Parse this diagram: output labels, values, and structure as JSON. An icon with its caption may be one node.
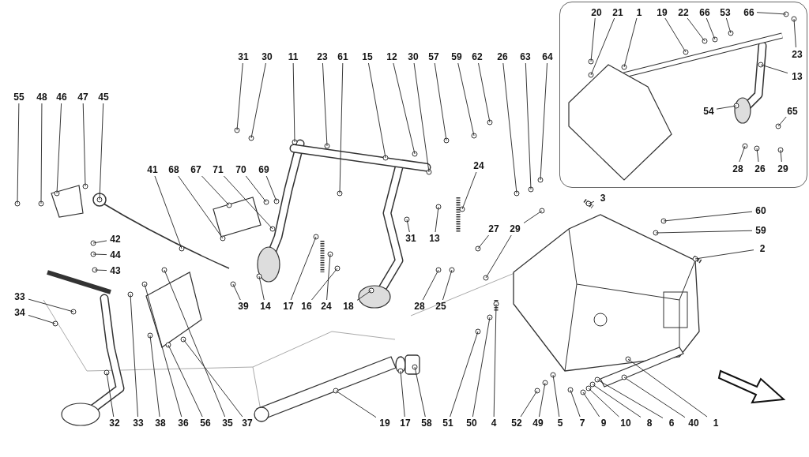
{
  "diagram": {
    "nodes": [
      {
        "text": [],
        "shape": "box"
      },
      {
        "text": [
          "20"
        ],
        "in": 0
      },
      {
        "text": [
          "21"
        ],
        "in": 0
      },
      {
        "text": [
          "1"
        ],
        "in": 0
      },
      {
        "text": [
          "19"
        ],
        "in": 0
      },
      {
        "text": [
          "22"
        ],
        "in": 0
      },
      {
        "text": [
          "66"
        ],
        "in": 0
      },
      {
        "text": [
          "53"
        ],
        "in": 0
      },
      {
        "text": [
          "66"
        ],
        "in": 0
      },
      {
        "text": [
          "23"
        ],
        "in": 0
      },
      {
        "text": [
          "13"
        ],
        "in": 0
      },
      {
        "text": [
          "54"
        ],
        "in": 0
      },
      {
        "text": [
          "65"
        ],
        "in": 0
      },
      {
        "text": [
          "28"
        ],
        "in": 0
      },
      {
        "text": [
          "26"
        ],
        "in": 0
      },
      {
        "text": [
          "29"
        ],
        "in": 0
      },
      {
        "text": [
          "31"
        ]
      },
      {
        "text": [
          "30"
        ]
      },
      {
        "text": [
          "11"
        ]
      },
      {
        "text": [
          "23"
        ]
      },
      {
        "text": [
          "61"
        ]
      },
      {
        "text": [
          "15"
        ]
      },
      {
        "text": [
          "12"
        ]
      },
      {
        "text": [
          "30"
        ]
      },
      {
        "text": [
          "57"
        ]
      },
      {
        "text": [
          "59"
        ]
      },
      {
        "text": [
          "62"
        ]
      },
      {
        "text": [
          "26"
        ]
      },
      {
        "text": [
          "63"
        ]
      },
      {
        "text": [
          "64"
        ]
      },
      {
        "text": [
          "55"
        ]
      },
      {
        "text": [
          "48"
        ]
      },
      {
        "text": [
          "46"
        ]
      },
      {
        "text": [
          "47"
        ]
      },
      {
        "text": [
          "45"
        ]
      },
      {
        "text": [
          "41"
        ]
      },
      {
        "text": [
          "68"
        ]
      },
      {
        "text": [
          "67"
        ]
      },
      {
        "text": [
          "71"
        ]
      },
      {
        "text": [
          "70"
        ]
      },
      {
        "text": [
          "69"
        ]
      },
      {
        "text": [
          "24"
        ]
      },
      {
        "text": [
          "3"
        ]
      },
      {
        "text": [
          "60"
        ]
      },
      {
        "text": [
          "31"
        ]
      },
      {
        "text": [
          "13"
        ]
      },
      {
        "text": [
          "42"
        ]
      },
      {
        "text": [
          "27"
        ]
      },
      {
        "text": [
          "29"
        ]
      },
      {
        "text": [
          "59"
        ]
      },
      {
        "text": [
          "2"
        ]
      },
      {
        "text": [
          "44"
        ]
      },
      {
        "text": [
          "43"
        ]
      },
      {
        "text": [
          "33"
        ]
      },
      {
        "text": [
          "39"
        ]
      },
      {
        "text": [
          "14"
        ]
      },
      {
        "text": [
          "17"
        ]
      },
      {
        "text": [
          "16"
        ]
      },
      {
        "text": [
          "24"
        ]
      },
      {
        "text": [
          "18"
        ]
      },
      {
        "text": [
          "28"
        ]
      },
      {
        "text": [
          "25"
        ]
      },
      {
        "text": [
          "34"
        ]
      },
      {
        "text": [
          "32"
        ]
      },
      {
        "text": [
          "33"
        ]
      },
      {
        "text": [
          "38"
        ]
      },
      {
        "text": [
          "36"
        ]
      },
      {
        "text": [
          "56"
        ]
      },
      {
        "text": [
          "35"
        ]
      },
      {
        "text": [
          "37"
        ]
      },
      {
        "text": [
          "19"
        ]
      },
      {
        "text": [
          "17"
        ]
      },
      {
        "text": [
          "58"
        ]
      },
      {
        "text": [
          "51"
        ]
      },
      {
        "text": [
          "50"
        ]
      },
      {
        "text": [
          "4"
        ]
      },
      {
        "text": [
          "52"
        ]
      },
      {
        "text": [
          "49"
        ]
      },
      {
        "text": [
          "5"
        ]
      },
      {
        "text": [
          "7"
        ]
      },
      {
        "text": [
          "9"
        ]
      },
      {
        "text": [
          "10"
        ]
      },
      {
        "text": [
          "8"
        ]
      },
      {
        "text": [
          "6"
        ]
      },
      {
        "text": [
          "40"
        ]
      },
      {
        "text": [
          "1"
        ]
      }
    ],
    "edges": [
      {
        "from": 1,
        "to": null,
        "arrow": "none"
      },
      {
        "from": 2,
        "to": null,
        "arrow": "none"
      },
      {
        "from": 3,
        "to": null,
        "arrow": "none"
      },
      {
        "from": 4,
        "to": null,
        "arrow": "none"
      },
      {
        "from": 5,
        "to": null,
        "arrow": "none"
      },
      {
        "from": 6,
        "to": null,
        "arrow": "none"
      },
      {
        "from": 7,
        "to": null,
        "arrow": "none"
      },
      {
        "from": 8,
        "to": null,
        "arrow": "none"
      },
      {
        "from": 9,
        "to": null,
        "arrow": "none"
      },
      {
        "from": 10,
        "to": null,
        "arrow": "none"
      },
      {
        "from": 11,
        "to": null,
        "arrow": "none"
      },
      {
        "from": 12,
        "to": null,
        "arrow": "none"
      },
      {
        "from": 13,
        "to": null,
        "arrow": "none"
      },
      {
        "from": 14,
        "to": null,
        "arrow": "none"
      },
      {
        "from": 15,
        "to": null,
        "arrow": "none"
      },
      {
        "from": 16,
        "to": null,
        "arrow": "none"
      },
      {
        "from": 17,
        "to": null,
        "arrow": "none"
      },
      {
        "from": 18,
        "to": null,
        "arrow": "none"
      },
      {
        "from": 19,
        "to": null,
        "arrow": "none"
      },
      {
        "from": 20,
        "to": null,
        "arrow": "none"
      },
      {
        "from": 21,
        "to": null,
        "arrow": "none"
      },
      {
        "from": 22,
        "to": null,
        "arrow": "none"
      },
      {
        "from": 23,
        "to": null,
        "arrow": "none"
      },
      {
        "from": 24,
        "to": null,
        "arrow": "none"
      },
      {
        "from": 25,
        "to": null,
        "arrow": "none"
      },
      {
        "from": 26,
        "to": null,
        "arrow": "none"
      },
      {
        "from": 27,
        "to": null,
        "arrow": "none"
      },
      {
        "from": 28,
        "to": null,
        "arrow": "none"
      },
      {
        "from": 29,
        "to": null,
        "arrow": "none"
      },
      {
        "from": 30,
        "to": null,
        "arrow": "none"
      },
      {
        "from": 31,
        "to": null,
        "arrow": "none"
      },
      {
        "from": 32,
        "to": null,
        "arrow": "none"
      },
      {
        "from": 33,
        "to": null,
        "arrow": "none"
      },
      {
        "from": 34,
        "to": null,
        "arrow": "none"
      },
      {
        "from": 35,
        "to": null,
        "arrow": "none"
      },
      {
        "from": 36,
        "to": null,
        "arrow": "none"
      },
      {
        "from": 37,
        "to": null,
        "arrow": "none"
      },
      {
        "from": 38,
        "to": null,
        "arrow": "none"
      },
      {
        "from": 39,
        "to": null,
        "arrow": "none"
      },
      {
        "from": 40,
        "to": null,
        "arrow": "none"
      },
      {
        "from": 41,
        "to": null,
        "arrow": "none"
      },
      {
        "from": 42,
        "to": null,
        "arrow": "none"
      },
      {
        "from": 43,
        "to": null,
        "arrow": "none"
      },
      {
        "from": 44,
        "to": null,
        "arrow": "none"
      },
      {
        "from": 45,
        "to": null,
        "arrow": "none"
      },
      {
        "from": 46,
        "to": null,
        "arrow": "none"
      },
      {
        "from": 47,
        "to": null,
        "arrow": "none"
      },
      {
        "from": 48,
        "to": null,
        "arrow": "none"
      },
      {
        "from": 49,
        "to": null,
        "arrow": "none"
      },
      {
        "from": 50,
        "to": null,
        "arrow": "none"
      },
      {
        "from": 51,
        "to": null,
        "arrow": "none"
      },
      {
        "from": 52,
        "to": null,
        "arrow": "none"
      },
      {
        "from": 53,
        "to": null,
        "arrow": "none"
      },
      {
        "from": 54,
        "to": null,
        "arrow": "none"
      },
      {
        "from": 55,
        "to": null,
        "arrow": "none"
      },
      {
        "from": 56,
        "to": null,
        "arrow": "none"
      },
      {
        "from": 57,
        "to": null,
        "arrow": "none"
      },
      {
        "from": 58,
        "to": null,
        "arrow": "none"
      },
      {
        "from": 59,
        "to": null,
        "arrow": "none"
      },
      {
        "from": 60,
        "to": null,
        "arrow": "none"
      },
      {
        "from": 61,
        "to": null,
        "arrow": "none"
      },
      {
        "from": 62,
        "to": null,
        "arrow": "none"
      },
      {
        "from": 63,
        "to": null,
        "arrow": "none"
      },
      {
        "from": 64,
        "to": null,
        "arrow": "none"
      },
      {
        "from": 65,
        "to": null,
        "arrow": "none"
      },
      {
        "from": 66,
        "to": null,
        "arrow": "none"
      },
      {
        "from": 67,
        "to": null,
        "arrow": "none"
      },
      {
        "from": 68,
        "to": null,
        "arrow": "none"
      },
      {
        "from": 69,
        "to": null,
        "arrow": "none"
      },
      {
        "from": 70,
        "to": null,
        "arrow": "none"
      },
      {
        "from": 71,
        "to": null,
        "arrow": "none"
      },
      {
        "from": 72,
        "to": null,
        "arrow": "none"
      },
      {
        "from": 73,
        "to": null,
        "arrow": "none"
      },
      {
        "from": 74,
        "to": null,
        "arrow": "none"
      },
      {
        "from": 75,
        "to": null,
        "arrow": "none"
      },
      {
        "from": 76,
        "to": null,
        "arrow": "none"
      },
      {
        "from": 77,
        "to": null,
        "arrow": "none"
      },
      {
        "from": 78,
        "to": null,
        "arrow": "none"
      },
      {
        "from": 79,
        "to": null,
        "arrow": "none"
      },
      {
        "from": 80,
        "to": null,
        "arrow": "none"
      },
      {
        "from": 81,
        "to": null,
        "arrow": "none"
      },
      {
        "from": 82,
        "to": null,
        "arrow": "none"
      },
      {
        "from": 83,
        "to": null,
        "arrow": "none"
      },
      {
        "from": 84,
        "to": null,
        "arrow": "none"
      },
      {
        "from": 85,
        "to": null,
        "arrow": "none"
      },
      {
        "from": 48,
        "to": null,
        "arrow": "none"
      }
    ]
  }
}
